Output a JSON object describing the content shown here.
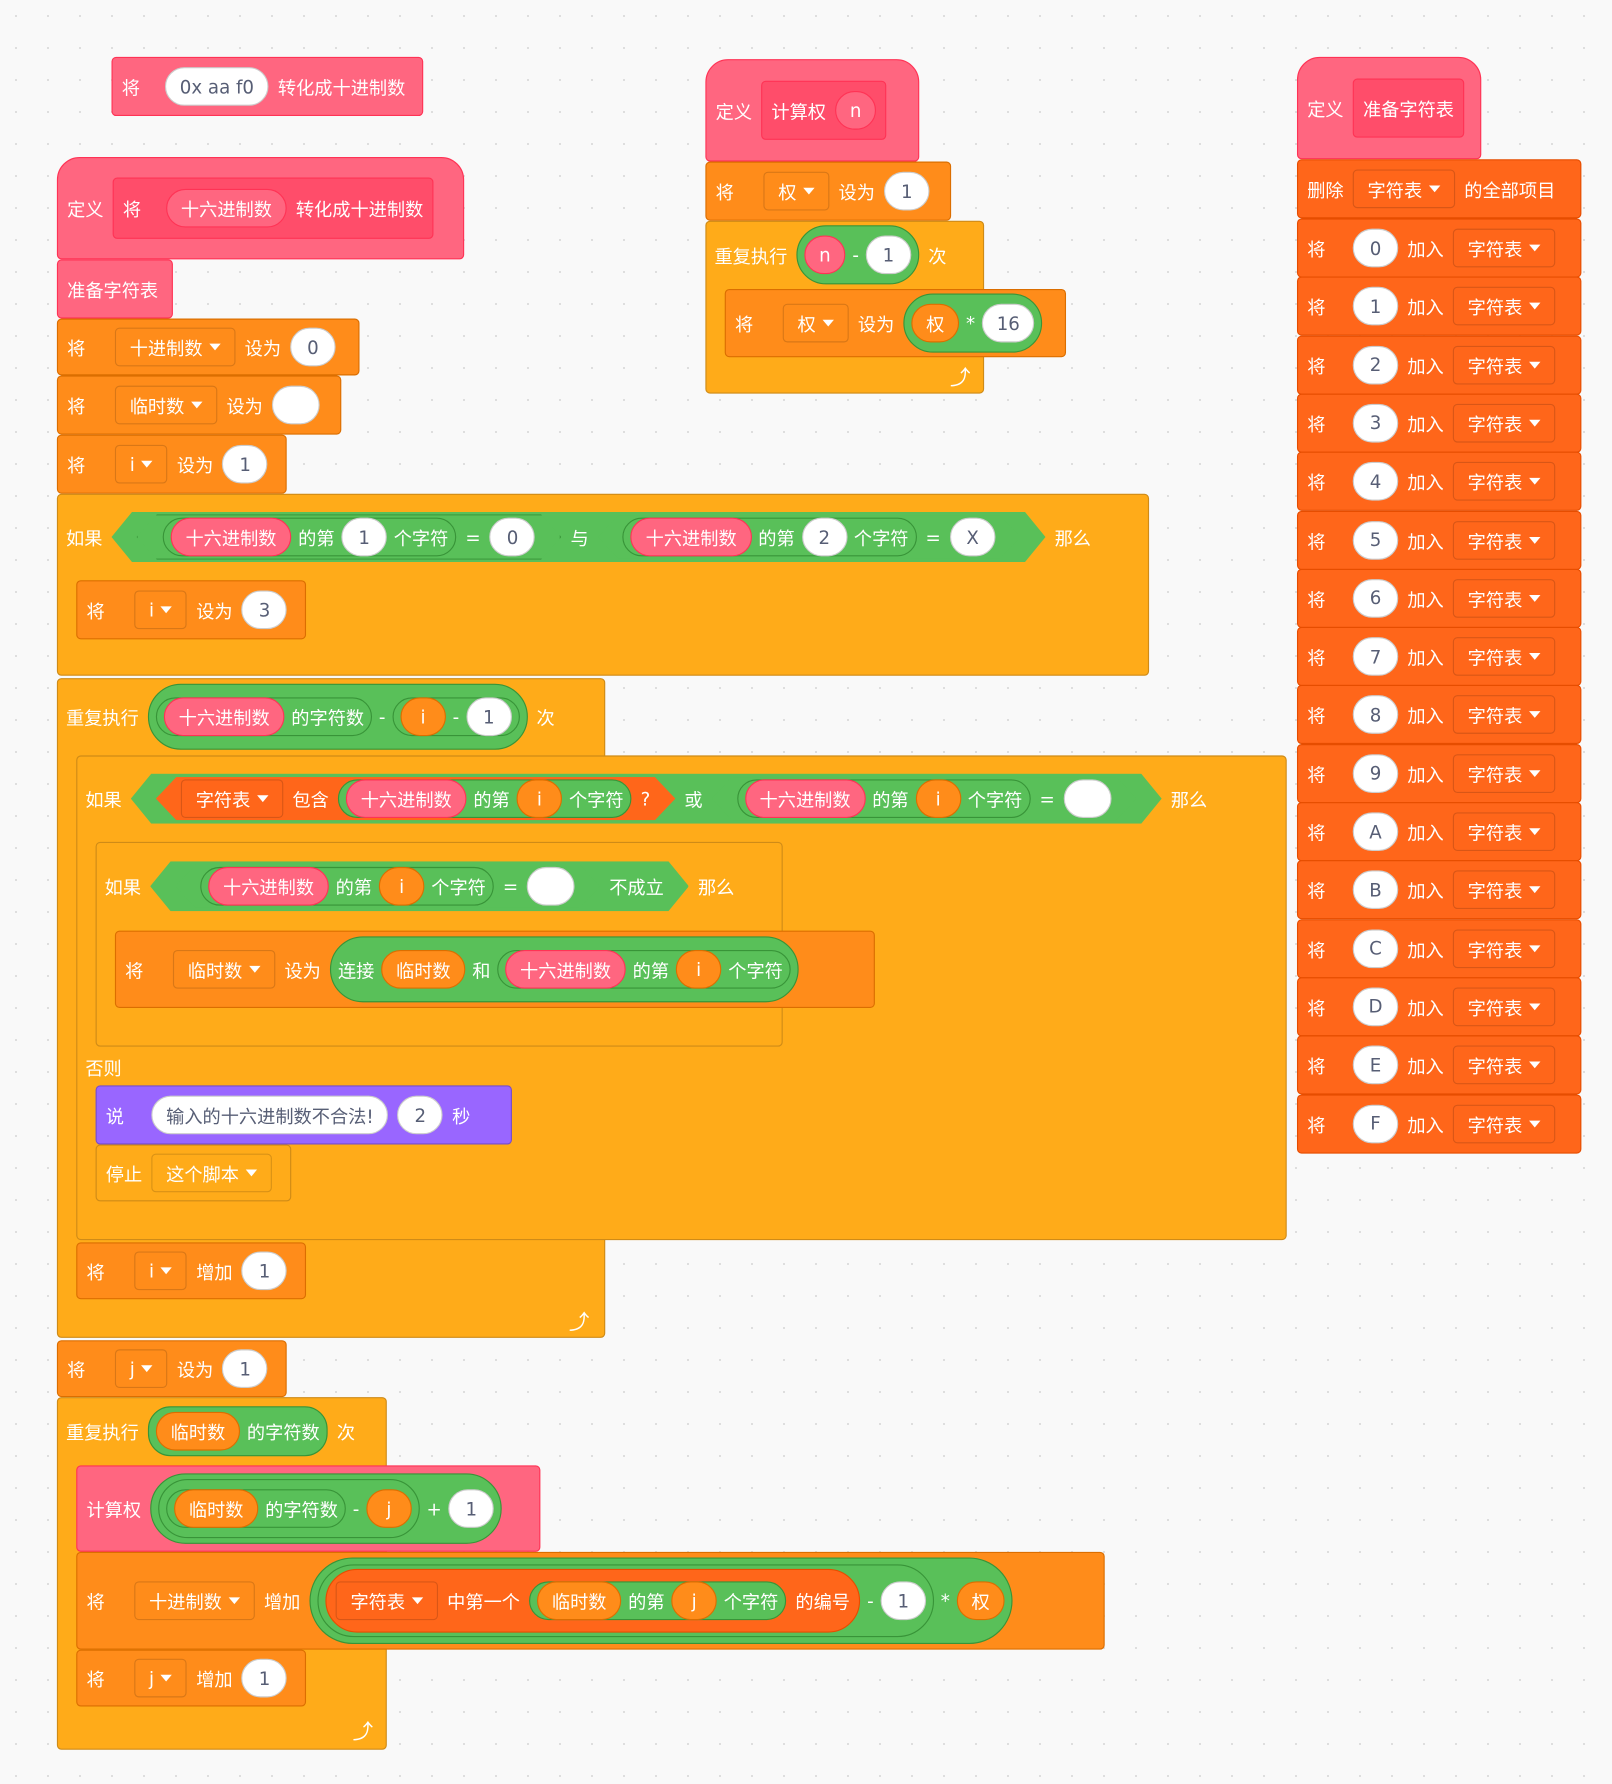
{
  "call_convert": {
    "prefix": "将",
    "input": "0x aa f0",
    "suffix": "转化成十进制数"
  },
  "define_convert": {
    "define": "定义",
    "prefix": "将",
    "param": "十六进制数",
    "suffix": "转化成十进制数"
  },
  "call_prepare": "准备字符表",
  "set_decimal": {
    "verb": "将",
    "var": "十进制数",
    "op": "设为",
    "value": "0"
  },
  "set_temp": {
    "verb": "将",
    "var": "临时数",
    "op": "设为",
    "value": ""
  },
  "set_i": {
    "verb": "将",
    "var": "i",
    "op": "设为",
    "value": "1"
  },
  "if1": {
    "kw": "如果",
    "hex": "十六进制数",
    "of": "的第",
    "n1": "1",
    "char": "个字符",
    "eq": "=",
    "v1": "0",
    "and": "与",
    "n2": "2",
    "v2": "X",
    "then": "那么"
  },
  "set_i3": {
    "verb": "将",
    "var": "i",
    "op": "设为",
    "value": "3"
  },
  "repeat1": {
    "kw": "重复执行",
    "hex": "十六进制数",
    "len": "的字符数",
    "minus": "-",
    "var": "i",
    "one": "1",
    "times": "次"
  },
  "if2": {
    "kw": "如果",
    "list": "字符表",
    "contains": "包含",
    "hex": "十六进制数",
    "of": "的第",
    "var": "i",
    "char": "个字符",
    "q": "?",
    "or": "或",
    "eq": "=",
    "then": "那么"
  },
  "if3": {
    "kw": "如果",
    "hex": "十六进制数",
    "of": "的第",
    "var": "i",
    "char": "个字符",
    "eq": "=",
    "not": "不成立",
    "then": "那么"
  },
  "set_join": {
    "verb": "将",
    "var": "临时数",
    "op": "设为",
    "join": "连接",
    "a": "临时数",
    "and": "和",
    "hex": "十六进制数",
    "of": "的第",
    "i": "i",
    "char": "个字符"
  },
  "else": "否则",
  "say": {
    "verb": "说",
    "msg": "输入的十六进制数不合法!",
    "secs": "2",
    "unit": "秒"
  },
  "stop": {
    "verb": "停止",
    "opt": "这个脚本"
  },
  "inc_i": {
    "verb": "将",
    "var": "i",
    "op": "增加",
    "value": "1"
  },
  "set_j": {
    "verb": "将",
    "var": "j",
    "op": "设为",
    "value": "1"
  },
  "repeat2": {
    "kw": "重复执行",
    "var": "临时数",
    "len": "的字符数",
    "times": "次"
  },
  "calc_call": {
    "kw": "计算权",
    "var": "临时数",
    "len": "的字符数",
    "minus": "-",
    "j": "j",
    "plus": "+",
    "one": "1"
  },
  "inc_dec": {
    "verb": "将",
    "var": "十进制数",
    "op": "增加",
    "list": "字符表",
    "first": "中第一个",
    "tmp": "临时数",
    "of": "的第",
    "j": "j",
    "char": "个字符",
    "idx": "的编号",
    "minus": "-",
    "one": "1",
    "mul": "*",
    "w": "权"
  },
  "inc_j": {
    "verb": "将",
    "var": "j",
    "op": "增加",
    "value": "1"
  },
  "define_weight": {
    "define": "定义",
    "name": "计算权",
    "param": "n"
  },
  "set_w": {
    "verb": "将",
    "var": "权",
    "op": "设为",
    "value": "1"
  },
  "repeat_w": {
    "kw": "重复执行",
    "n": "n",
    "minus": "-",
    "one": "1",
    "times": "次"
  },
  "set_w16": {
    "verb": "将",
    "var": "权",
    "op": "设为",
    "w": "权",
    "mul": "*",
    "v": "16"
  },
  "define_prep": {
    "define": "定义",
    "name": "准备字符表"
  },
  "delete_all": {
    "verb": "删除",
    "list": "字符表",
    "suffix": "的全部项目"
  },
  "add_items": {
    "verb": "将",
    "op": "加入",
    "list": "字符表",
    "values": [
      "0",
      "1",
      "2",
      "3",
      "4",
      "5",
      "6",
      "7",
      "8",
      "9",
      "A",
      "B",
      "C",
      "D",
      "E",
      "F"
    ]
  }
}
